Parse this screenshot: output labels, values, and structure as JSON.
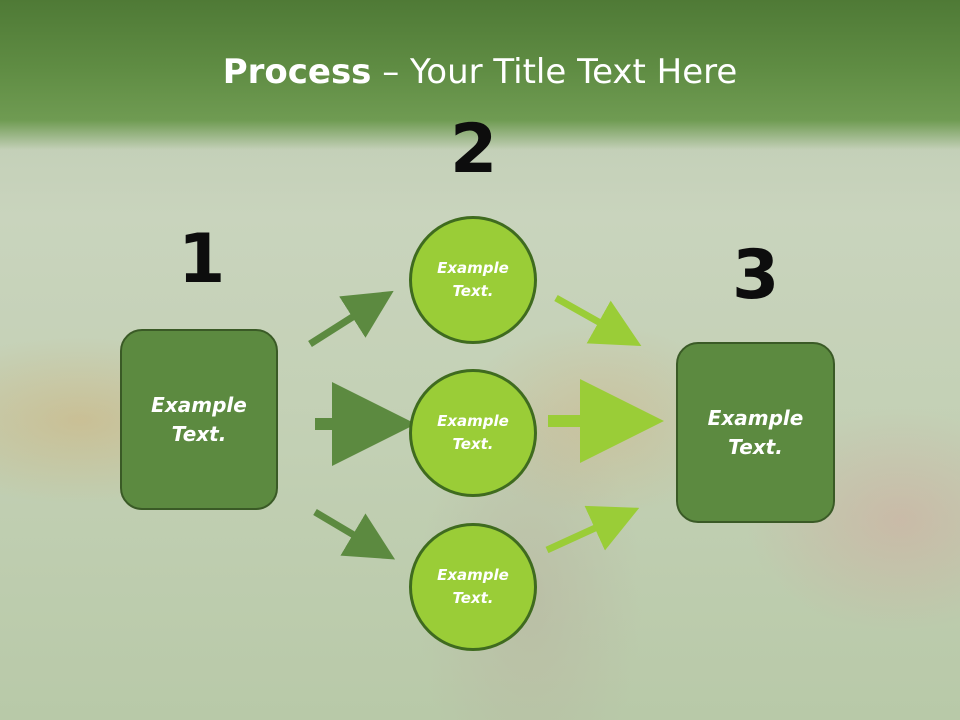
{
  "title": {
    "bold": "Process",
    "rest": " – Your Title Text Here"
  },
  "steps": {
    "one": "1",
    "two": "2",
    "three": "3"
  },
  "left_box": {
    "line1": "Example",
    "line2": "Text."
  },
  "right_box": {
    "line1": "Example",
    "line2": "Text."
  },
  "circles": [
    {
      "line1": "Example",
      "line2": "Text."
    },
    {
      "line1": "Example",
      "line2": "Text."
    },
    {
      "line1": "Example",
      "line2": "Text."
    }
  ],
  "colors": {
    "dark_green": "#5c8a40",
    "light_green": "#9acd37",
    "header_green": "#5f8c43"
  }
}
